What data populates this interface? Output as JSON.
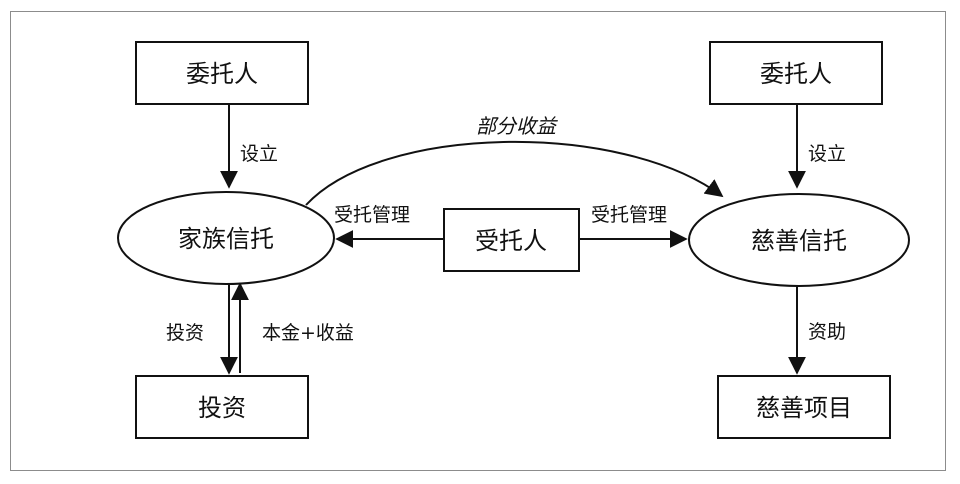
{
  "diagram": {
    "left_settlor": "委托人",
    "right_settlor": "委托人",
    "family_trust": "家族信托",
    "charity_trust": "慈善信托",
    "trustee": "受托人",
    "investment": "投资",
    "charity_project": "慈善项目",
    "label_setup_left": "设立",
    "label_setup_right": "设立",
    "label_manage_left": "受托管理",
    "label_manage_right": "受托管理",
    "label_partial_income": "部分收益",
    "label_invest": "投资",
    "label_principal_income": "本金+收益",
    "label_fund": "资助"
  }
}
